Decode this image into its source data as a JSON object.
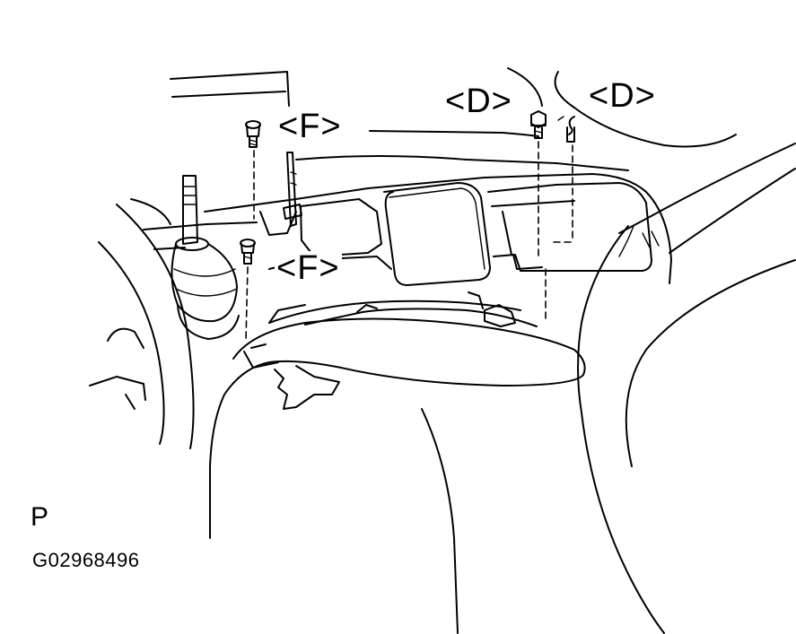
{
  "callouts": {
    "f_top": "<F>",
    "f_mid": "<F>",
    "d_left": "<D>",
    "d_right": "<D>"
  },
  "view_letter": "P",
  "figure_code": "G02968496",
  "colors": {
    "line": "#000000",
    "background": "#ffffff"
  }
}
